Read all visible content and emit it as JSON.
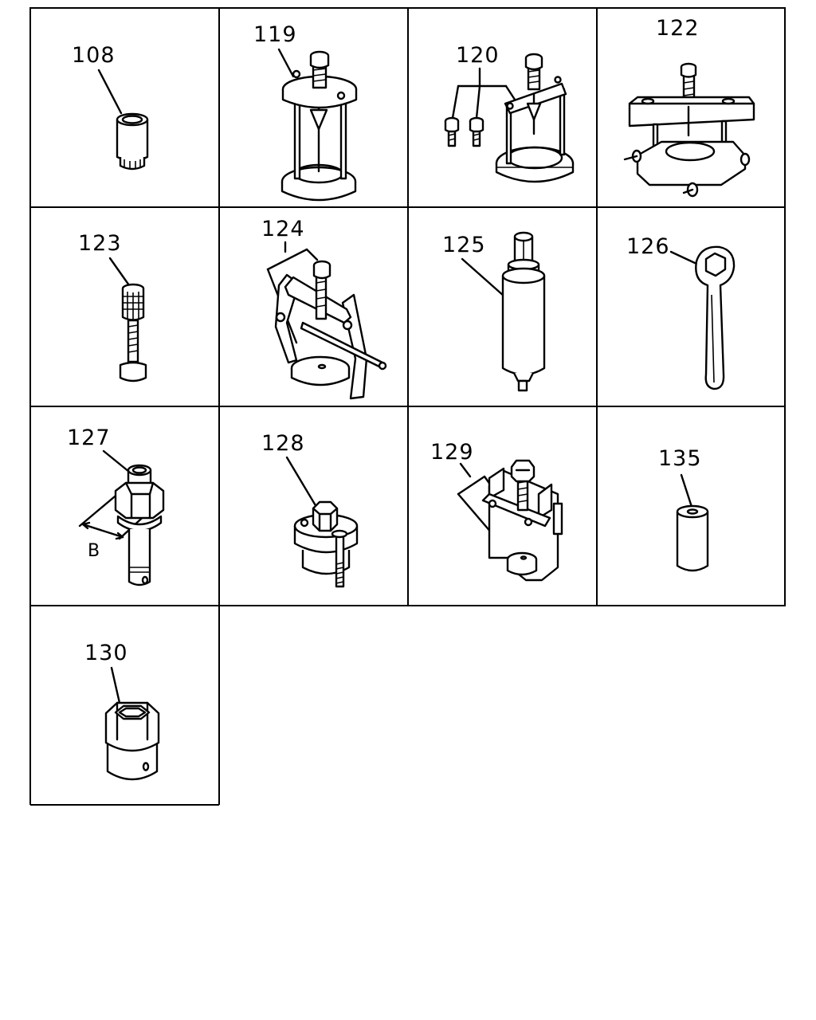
{
  "parts": {
    "p108": "108",
    "p119": "119",
    "p120": "120",
    "p122": "122",
    "p123": "123",
    "p124": "124",
    "p125": "125",
    "p126": "126",
    "p127": "127",
    "p127_callout": "B",
    "p128": "128",
    "p129": "129",
    "p135": "135",
    "p130": "130"
  }
}
